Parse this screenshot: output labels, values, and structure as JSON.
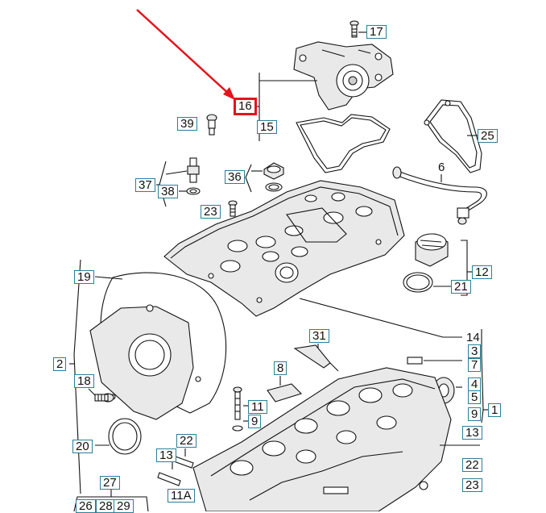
{
  "highlight_color": "#e3141b",
  "label_border_color": "#2a7f96",
  "callouts": {
    "c17": "17",
    "c16": "16",
    "c15": "15",
    "c39": "39",
    "c25": "25",
    "c6": "6",
    "c37": "37",
    "c38": "38",
    "c36": "36",
    "c23a": "23",
    "c12": "12",
    "c21a": "21",
    "c19": "19",
    "c2": "2",
    "c14": "14",
    "c31": "31",
    "c3": "3",
    "c7": "7",
    "c4": "4",
    "c5": "5",
    "c1": "1",
    "c9a": "9",
    "c8": "8",
    "c18": "18",
    "c11": "11",
    "c9b": "9",
    "c13a": "13",
    "c22a": "22",
    "c20": "20",
    "c13b": "13",
    "c22b": "22",
    "c23b": "23",
    "c27": "27",
    "c11a": "11A",
    "c26": "26",
    "c28": "28",
    "c29": "29"
  }
}
